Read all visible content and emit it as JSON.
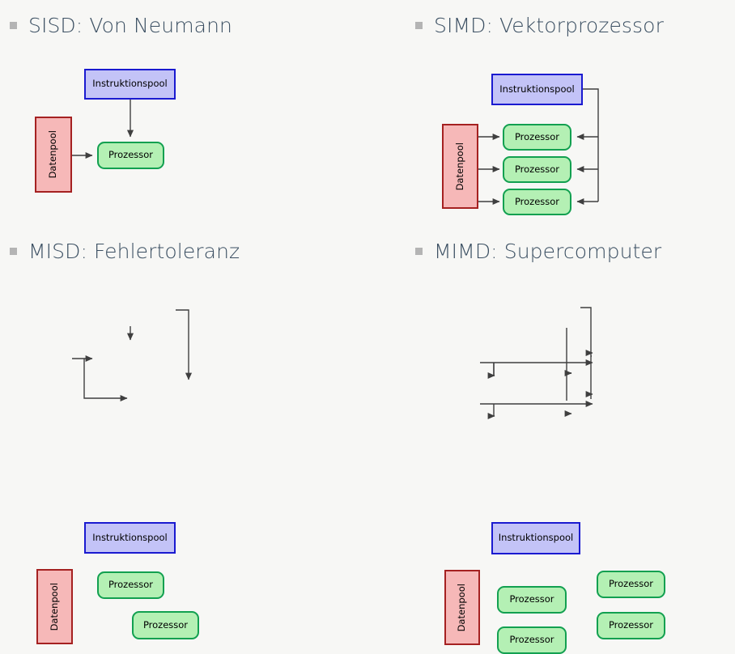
{
  "slide": {
    "background_color": "#f7f7f5",
    "heading_color": "#3b4f62",
    "bullet_color": "#b4b4b4"
  },
  "palette": {
    "instruction_fill": "#c3c3f7",
    "instruction_border": "#1a1ad0",
    "processor_fill": "#b4f0b4",
    "processor_border": "#12a050",
    "data_fill": "#f6b8b8",
    "data_border": "#a52121",
    "wire_color": "#3f3f3f"
  },
  "labels": {
    "instruction_pool": "Instruktionspool",
    "processor": "Prozessor",
    "data_pool": "Datenpool"
  },
  "quadrants": [
    {
      "id": "sisd",
      "heading": "SISD: Von Neumann",
      "instruction_pools": 1,
      "data_pools": 1,
      "processors": 1
    },
    {
      "id": "simd",
      "heading": "SIMD: Vektorprozessor",
      "instruction_pools": 1,
      "data_pools": 1,
      "processors": 3
    },
    {
      "id": "misd",
      "heading": "MISD: Fehlertoleranz",
      "instruction_pools": 1,
      "data_pools": 1,
      "processors": 2
    },
    {
      "id": "mimd",
      "heading": "MIMD: Supercomputer",
      "instruction_pools": 1,
      "data_pools": 1,
      "processors": 4
    }
  ]
}
